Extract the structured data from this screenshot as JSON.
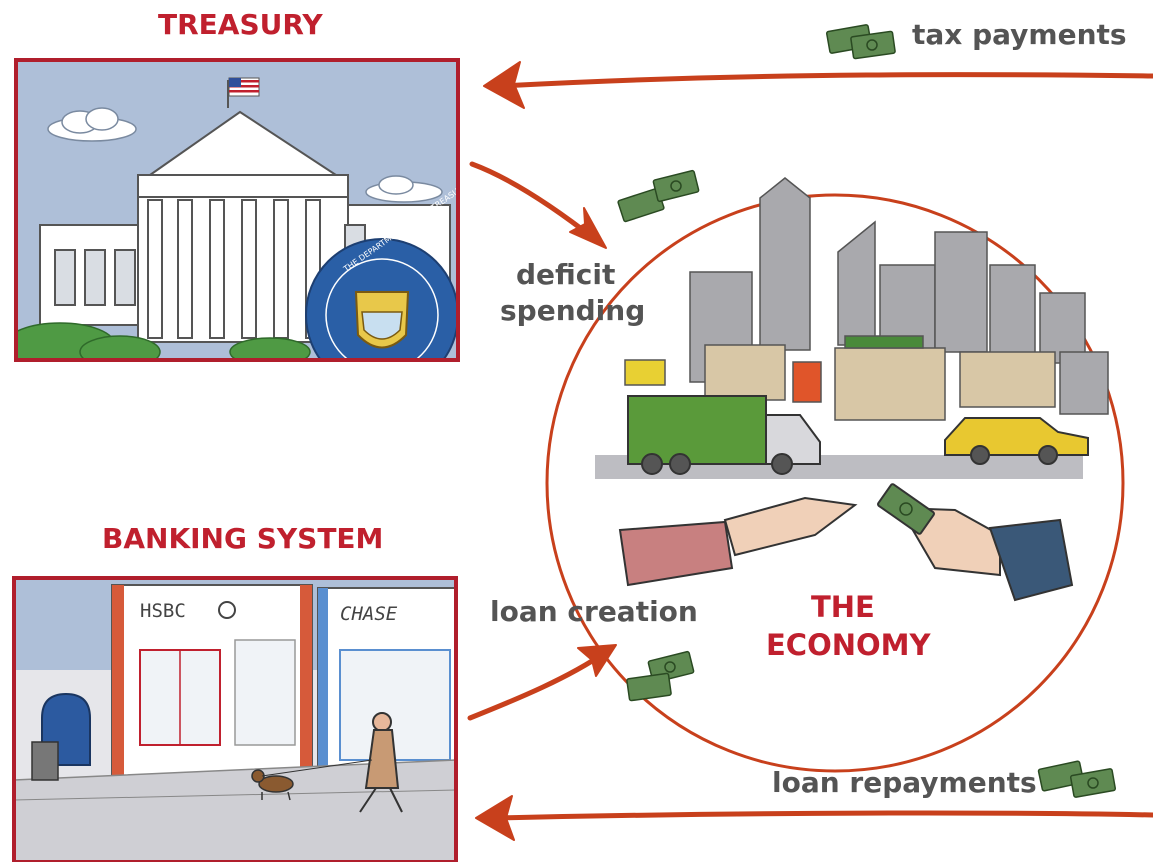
{
  "labels": {
    "treasury": "TREASURY",
    "banking_system": "BANKING SYSTEM",
    "economy_line1": "THE",
    "economy_line2": "ECONOMY",
    "tax_payments": "tax payments",
    "deficit_line1": "deficit",
    "deficit_line2": "spending",
    "loan_creation": "loan creation",
    "loan_repayments": "loan repayments"
  },
  "illustration_text": {
    "seal": "THE DEPARTMENT OF THE TREASURY",
    "bank1": "HSBC",
    "bank2": "CHASE"
  },
  "colors": {
    "accent_red": "#c0202e",
    "arrow_orange": "#c8401c",
    "label_gray": "#545454",
    "money_green": "#5f8a52"
  }
}
